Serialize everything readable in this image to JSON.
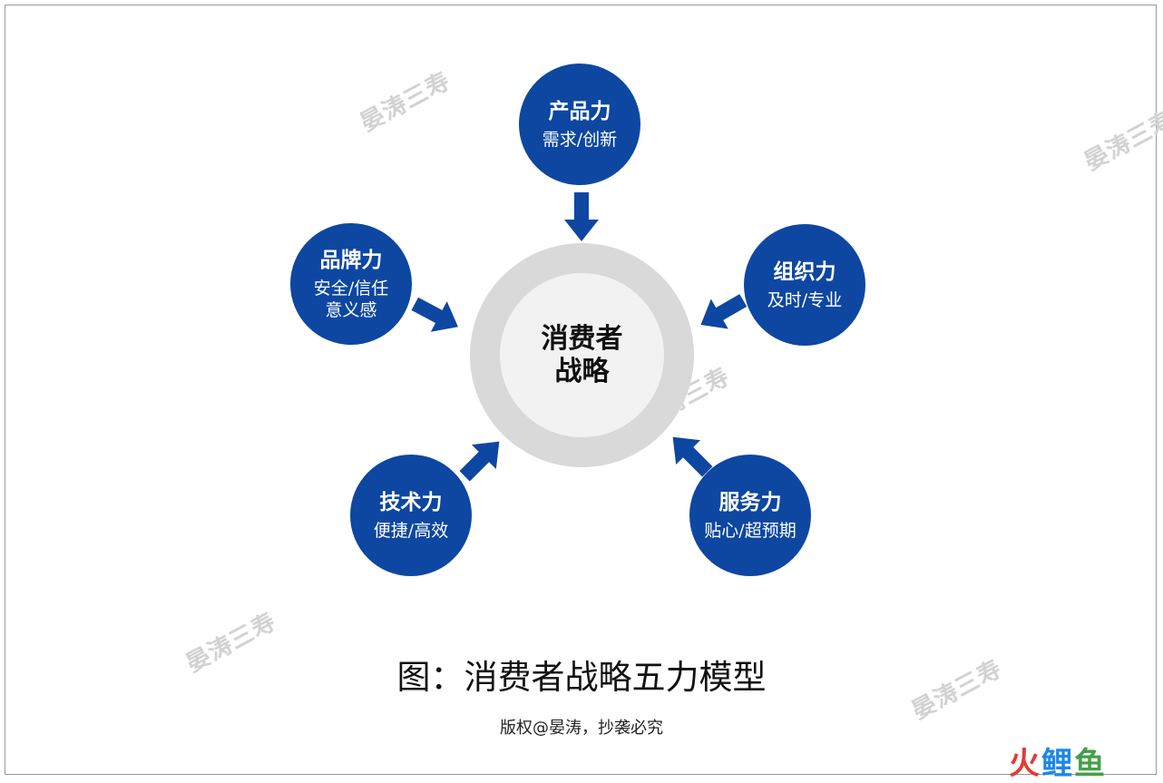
{
  "center": {
    "line1": "消费者",
    "line2": "战略"
  },
  "nodes": {
    "product": {
      "title": "产品力",
      "sub": [
        "需求/创新"
      ]
    },
    "brand": {
      "title": "品牌力",
      "sub": [
        "安全/信任",
        "意义感"
      ]
    },
    "org": {
      "title": "组织力",
      "sub": [
        "及时/专业"
      ]
    },
    "tech": {
      "title": "技术力",
      "sub": [
        "便捷/高效"
      ]
    },
    "service": {
      "title": "服务力",
      "sub": [
        "贴心/超预期"
      ]
    }
  },
  "caption": "图：消费者战略五力模型",
  "copyright": "版权@晏涛，抄袭必究",
  "watermark_text": "晏涛三寿",
  "logo": {
    "chars": [
      "火",
      "鲤",
      "鱼"
    ],
    "colors": [
      "#e53935",
      "#1e88e5",
      "#43a047"
    ]
  },
  "colors": {
    "node": "#0d47a1",
    "center_outer": "#d9d9d9",
    "center_inner": "#f2f2f2"
  }
}
